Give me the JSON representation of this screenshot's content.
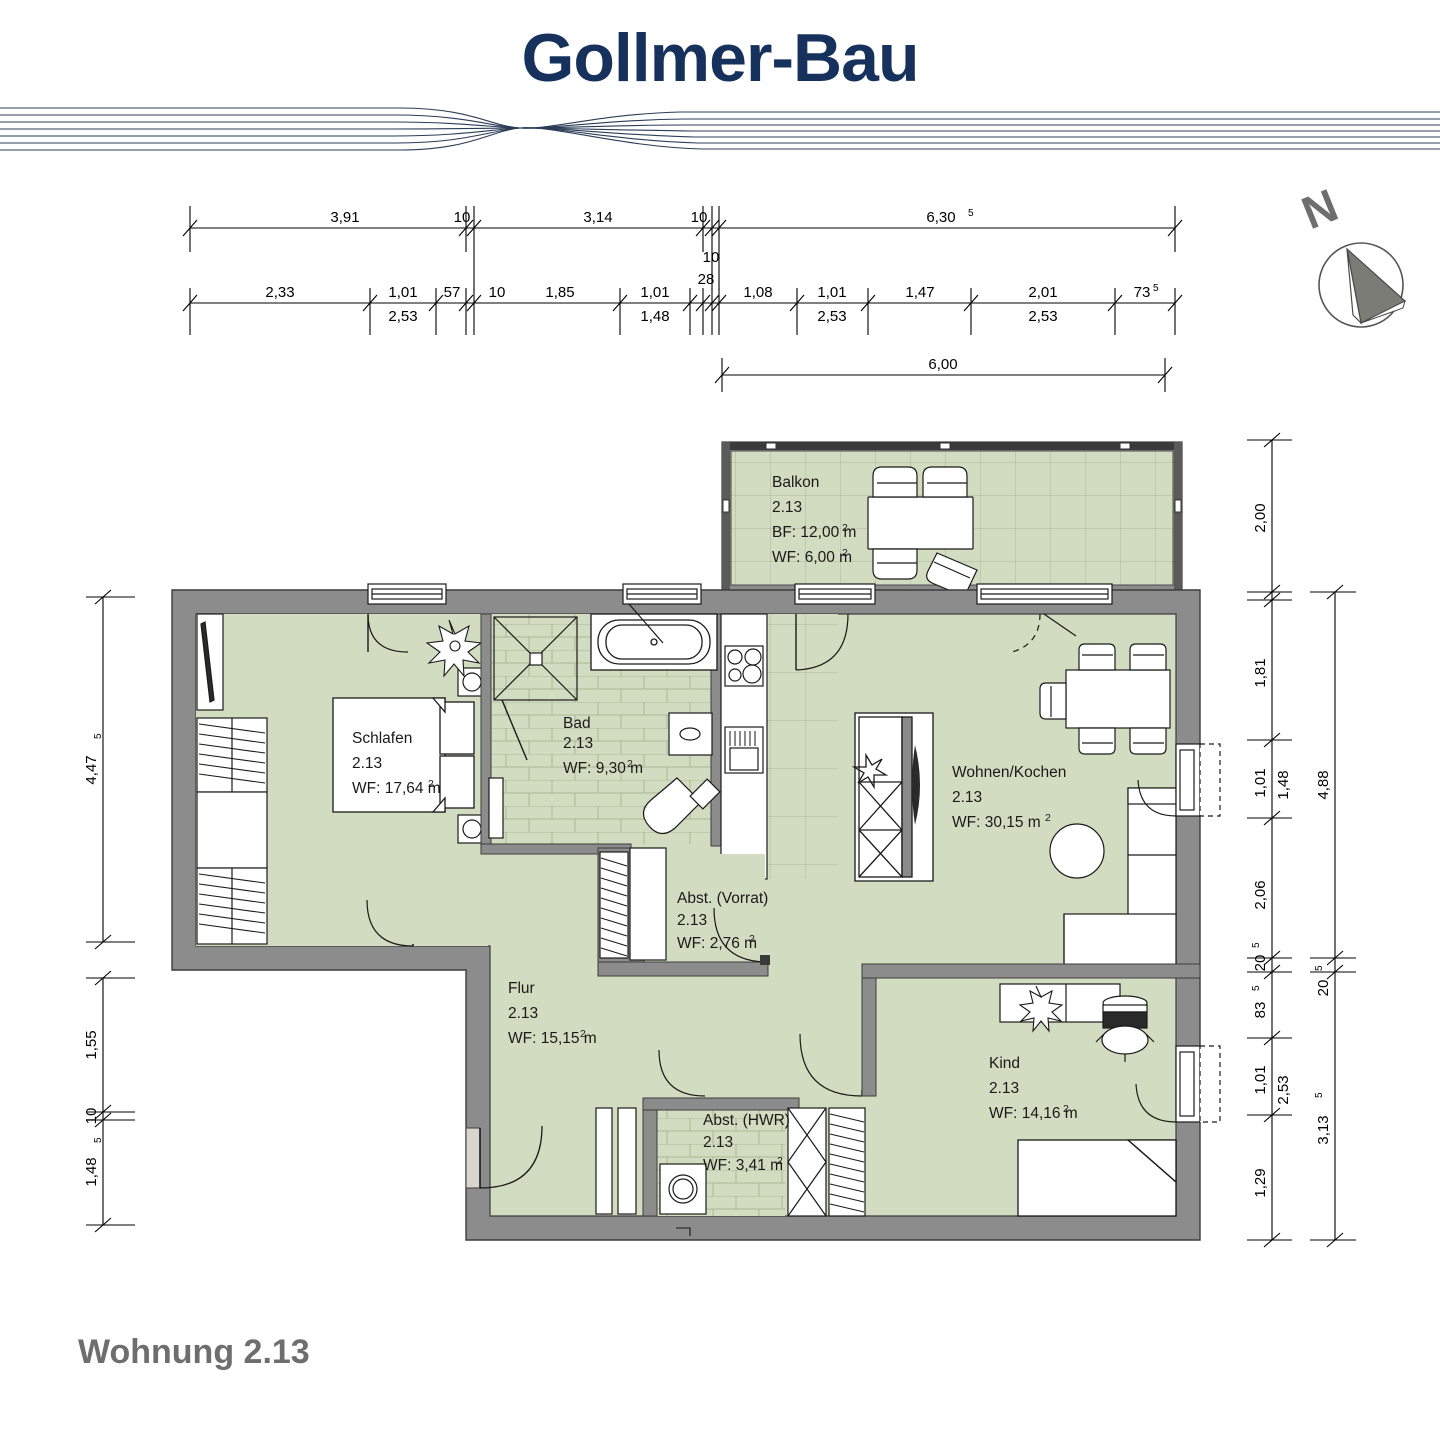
{
  "header": {
    "logo_text": "Gollmer-Bau",
    "logo_color": "#16325c"
  },
  "footer": {
    "caption": "Wohnung 2.13",
    "caption_color": "#6e6e6e"
  },
  "north": {
    "label": "N",
    "color": "#6e6e6e"
  },
  "colors": {
    "room_fill": "#d2dcc0",
    "wall_fill": "#8c8c8c",
    "wall_stroke": "#3c3c3c",
    "furniture_fill": "#ffffff",
    "line": "#1a1a1a",
    "tile_line": "#a9b795"
  },
  "rooms": [
    {
      "name": "Balkon",
      "unit": "2.13",
      "area_label_1": "BF: 12,00 m",
      "area_label_2": "WF:  6,00 m",
      "sup": "2"
    },
    {
      "name": "Schlafen",
      "unit": "2.13",
      "area_label_1": "WF: 17,64 m",
      "sup": "2"
    },
    {
      "name": "Bad",
      "unit": "2.13",
      "area_label_1": "WF: 9,30 m",
      "sup": "2"
    },
    {
      "name": "Wohnen/Kochen",
      "unit": "2.13",
      "area_label_1": "WF:    30,15 m",
      "sup": "2"
    },
    {
      "name": "Abst. (Vorrat)",
      "unit": "2.13",
      "area_label_1": "WF:  2,76 m",
      "sup": "2"
    },
    {
      "name": "Flur",
      "unit": "2.13",
      "area_label_1": "WF: 15,15 m",
      "sup": "2"
    },
    {
      "name": "Abst. (HWR)",
      "unit": "2.13",
      "area_label_1": "WF: 3,41 m",
      "sup": "2"
    },
    {
      "name": "Kind",
      "unit": "2.13",
      "area_label_1": "WF: 14,16 m",
      "sup": "2"
    }
  ],
  "dimensions": {
    "top_outer": [
      "3,91",
      "10",
      "3,14",
      "10",
      "6,30"
    ],
    "top_outer_sup": [
      "",
      "",
      "",
      "",
      "5"
    ],
    "top_inner": [
      "2,33",
      "1,01",
      "57",
      "10",
      "1,85",
      "1,01",
      "1,08",
      "1,01",
      "1,47",
      "2,01",
      "73"
    ],
    "top_inner_sup": [
      "",
      "",
      "",
      "",
      "",
      "",
      "",
      "",
      "",
      "",
      "5"
    ],
    "top_inner_below": [
      "2,53",
      "1,48",
      "2,53",
      "2,53"
    ],
    "vertical_small": [
      "10",
      "28"
    ],
    "balcony_width": "6,00",
    "left_chain": [
      "4,47",
      "1,55",
      "10",
      "1,48"
    ],
    "left_chain_sup": [
      "5",
      "",
      "",
      "5"
    ],
    "right_inner": [
      "2,00",
      "1,81",
      "1,01",
      "1,48",
      "2,06",
      "20",
      "83",
      "1,01",
      "2,53",
      "1,29"
    ],
    "right_inner_sup": [
      "",
      "",
      "",
      "",
      "",
      "5",
      "5",
      "",
      "",
      ""
    ],
    "right_outer": [
      "4,88",
      "20",
      "3,13"
    ],
    "right_outer_sup": [
      "",
      "5",
      "5"
    ]
  }
}
